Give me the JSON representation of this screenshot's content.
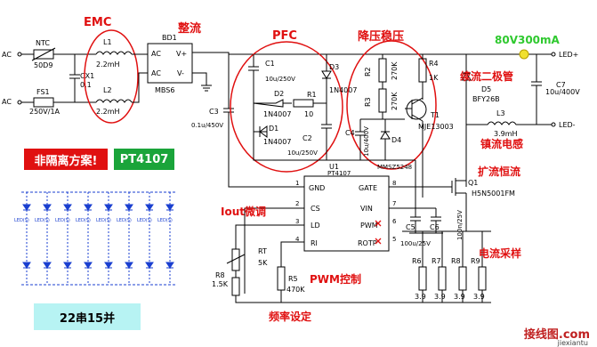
{
  "labels": {
    "emc": "EMC",
    "rectify": "整流",
    "pfc": "PFC",
    "buck": "降压稳压",
    "rating": "80V300mA",
    "diode_note": "续流二极管",
    "inductor_note": "镇流电感",
    "fet_note": "扩流恒流",
    "iout": "Iout微调",
    "pwm": "PWM控制",
    "sense": "电流采样",
    "freq": "频率设定",
    "non_isolated": "非隔离方案!",
    "ic_name": "PT4107",
    "series": "22串15并",
    "watermark": "接线图",
    "watermark_domain": ".com",
    "watermark_url": "jiexiantu"
  },
  "components": {
    "ac_top": "AC",
    "ac_bot": "AC",
    "ntc": "NTC",
    "ntc_val": "50D9",
    "fs1": "FS1",
    "fs1_val": "250V/1A",
    "l1": "L1",
    "l1_val": "2.2mH",
    "l2": "L2",
    "l2_val": "2.2mH",
    "cx1": "CX1",
    "cx1_val": "0.1",
    "bd1": "BD1",
    "bd_ac1": "AC",
    "bd_vp": "V+",
    "bd_ac2": "AC",
    "bd_vm": "V-",
    "bd_part": "MBS6",
    "c3": "C3",
    "c3_val": "0.1u/450V",
    "c1": "C1",
    "c1_val": "10u/250V",
    "d2": "D2",
    "d2_val": "1N4007",
    "r1": "R1",
    "r1_val": "10",
    "d1": "D1",
    "d1_val": "1N4007",
    "d3": "D3",
    "d3_val": "1N4007",
    "c2": "C2",
    "c2_val": "10u/250V",
    "r4": "R4",
    "r4_val": "1K",
    "r2": "R2",
    "r2_val": "270K",
    "r3": "R3",
    "r3_val": "270K",
    "c4": "C4",
    "c4_val": "10u/400V",
    "d4": "D4",
    "d4_val": "MMSZ5248",
    "t1": "T1",
    "t1_val": "MJE13003",
    "d5": "D5",
    "d5_val": "BFY26B",
    "c7": "C7",
    "c7_val": "10u/400V",
    "l3": "L3",
    "l3_val": "3.9mH",
    "led_plus": "LED+",
    "led_minus": "LED-",
    "u1": "U1",
    "u1_part": "PT4107",
    "pin_gnd": "GND",
    "pin_gate": "GATE",
    "pin_cs": "CS",
    "pin_vin": "VIN",
    "pin_ld": "LD",
    "pin_pwm": "PWM",
    "pin_ri": "RI",
    "pin_rotp": "ROTP",
    "pin1": "1",
    "pin2": "2",
    "pin3": "3",
    "pin4": "4",
    "pin5": "5",
    "pin6": "6",
    "pin7": "7",
    "pin8": "8",
    "q1": "Q1",
    "q1_val": "H5N5001FM",
    "c5": "C5",
    "c5_val": "100u/25V",
    "c6": "C6",
    "c6_val": "100n/25V",
    "rt": "RT",
    "rt_val": "5K",
    "r8": "R8",
    "r8_val": "1.5K",
    "r5": "R5",
    "r5_val": "470K",
    "r6": "R6",
    "r7": "R7",
    "r8b": "R8",
    "r9": "R9",
    "rs_val": "3.9",
    "led_text": "LED(S)"
  },
  "colors": {
    "annotation": "#e01010",
    "rating": "#2fc92f",
    "led": "#1a3fd0",
    "badge_red": "#e01010",
    "badge_green": "#1aa43a",
    "badge_cyan": "#b7f3f3",
    "indicator": "#f0e030"
  }
}
